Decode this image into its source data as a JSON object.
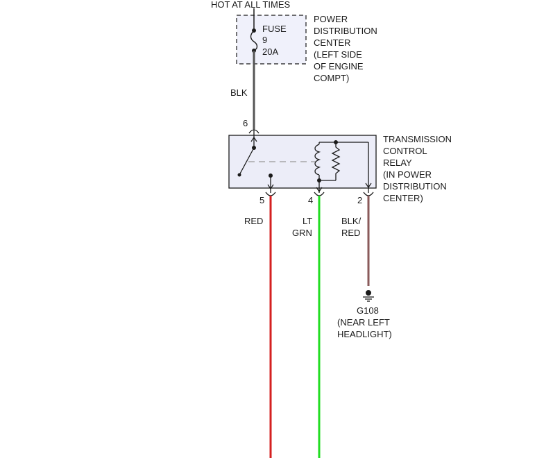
{
  "supply_label": "HOT AT ALL TIMES",
  "fuse": {
    "name": "FUSE",
    "number": "9",
    "rating": "20A"
  },
  "power_distribution_center": {
    "lines": [
      "POWER",
      "DISTRIBUTION",
      "CENTER",
      "(LEFT SIDE",
      "OF ENGINE",
      "COMPT)"
    ]
  },
  "relay": {
    "lines": [
      "TRANSMISSION",
      "CONTROL",
      "RELAY",
      "(IN POWER",
      "DISTRIBUTION",
      "CENTER)"
    ]
  },
  "wires": [
    {
      "id": "feed",
      "color_label": "BLK",
      "pin": "6",
      "color": "#555555"
    },
    {
      "id": "out5",
      "color_label": "RED",
      "pin": "5",
      "color": "#d42020"
    },
    {
      "id": "out4",
      "color_label_lines": [
        "LT",
        "GRN"
      ],
      "pin": "4",
      "color": "#22dd22"
    },
    {
      "id": "gnd2",
      "color_label_lines": [
        "BLK/",
        "RED"
      ],
      "pin": "2",
      "color": "#8a5a5a"
    }
  ],
  "ground": {
    "id": "G108",
    "lines": [
      "(NEAR LEFT",
      "HEADLIGHT)"
    ]
  },
  "colors": {
    "relay_fill": "#ecedf8",
    "fuse_fill": "#f0f1fb",
    "ink": "#1a1a1a",
    "dash_line": "#999999"
  }
}
